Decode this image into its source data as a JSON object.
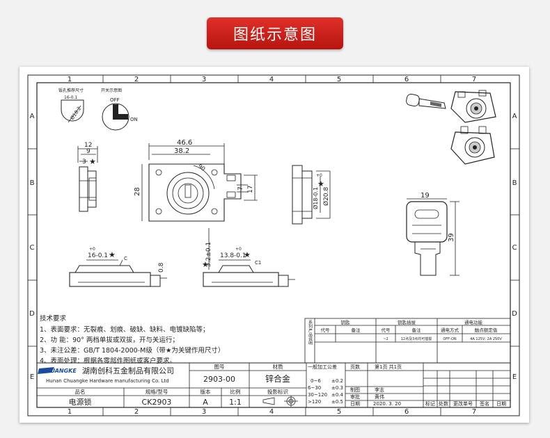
{
  "banner": {
    "title": "图纸示意图"
  },
  "grid": {
    "cols": [
      "1",
      "2",
      "3",
      "4",
      "5",
      "6",
      "7"
    ],
    "rows": [
      "A",
      "B",
      "C",
      "D",
      "E"
    ]
  },
  "detail": {
    "hole_label": "钣孔推荐尺寸",
    "switch_label": "开关示意图",
    "hole_tol": "16-0.1",
    "hole_dia": "Ø18.2",
    "off": "OFF",
    "on": "ON"
  },
  "dims": {
    "d12": "12",
    "d9": "9",
    "d3": "3",
    "d46_6": "46.6",
    "d38_2": "38.2",
    "d90": "90",
    "d28": "28",
    "d7": "7",
    "d17": "17",
    "d18_0": "Ø18-0.1",
    "d20_8": "Ø20.8",
    "d19": "19",
    "d39": "39",
    "d16": "16-0.1",
    "d0_8": "0.8",
    "d3_2": "3.2±0.1",
    "d13_8": "13.8-0.1",
    "c": "C",
    "c1": "C1",
    "tol0": "+0"
  },
  "tech": {
    "title": "技术要求",
    "lines": [
      "1、表面要求：无裂痕、划痕、破缺、缺料、电镀缺陷等；",
      "2、功     能：90° 两档单拔或双拔，开与关运行；",
      "3、未注公差：GB/T 1804-2000-M级（带★为关键作用尺寸）",
      "4、表面处理：根据各零部件图纸或客户要求。"
    ]
  },
  "series_table": {
    "side": "系列产品说明",
    "g1": "钥匙",
    "g2": "钥匙插拔",
    "g3": "通电功能",
    "h1": "代号",
    "h2": "备注",
    "h3": "代号",
    "h4": "备注",
    "h5": "通电方式",
    "h6": "触点额定值",
    "r1": "~2",
    "r2": "12点及3点均可插拔",
    "r3": "OFF-ON",
    "r4": "4A 125V; 2A 250V"
  },
  "title_block": {
    "logo": "CHUANGKE",
    "company_cn": "湖南创科五金制品有限公司",
    "company_en": "Hunan Chuangke Hardware manufacturing Co. Ltd",
    "drawing_no_label": "图号",
    "material_label": "材质",
    "drawing_no": "2903-00",
    "material": "锌合金",
    "part_name_label": "品名",
    "model_label": "规格/型号",
    "version_label": "版本",
    "scale_label": "比例",
    "projection_label": "投影标识",
    "part_name": "电源锁",
    "model": "CK2903",
    "version": "A",
    "scale": "1:1",
    "tol_label": "一般加工公差",
    "tol_rows": [
      [
        "0~6",
        "±0.2"
      ],
      [
        "6~30",
        "±0.3"
      ],
      [
        "30~120",
        "±0.4"
      ],
      [
        ">120",
        "±0.5"
      ]
    ],
    "pages_label": "页数",
    "pages": "第1页  共1页",
    "draw_label": "制图",
    "drawer": "李志",
    "review_label": "审批",
    "reviewer": "黄伟",
    "date_label": "日期",
    "date": "2020. 3. 20",
    "rev_cols": [
      "标记",
      "处数",
      "更改单号",
      "签名",
      "日期"
    ]
  }
}
